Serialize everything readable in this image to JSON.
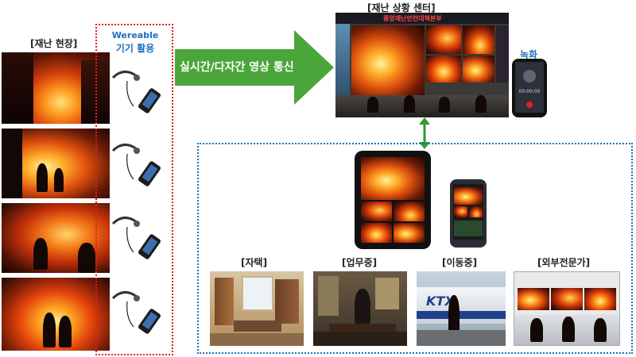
{
  "scene": {
    "label": "[재난 현장]"
  },
  "wearable": {
    "line1": "Wereable",
    "line2": "기기 활용"
  },
  "arrow": {
    "text": "실시간/다자간 영상 통신"
  },
  "center": {
    "label": "[재난 상황 센터]",
    "banner": "중앙재난안전대책본부"
  },
  "recording": {
    "label": "녹화",
    "time": "00:00:00"
  },
  "phone_wall": {
    "label": "KTX"
  },
  "destinations": [
    {
      "label": "[자택]"
    },
    {
      "label": "[업무중]"
    },
    {
      "label": "[이동중]"
    },
    {
      "label": "[외부전문가]"
    }
  ],
  "colors": {
    "arrow": "#4aa63a",
    "red_dotted": "#e02020",
    "blue_dotted": "#1f6fc0",
    "label_blue": "#1f6fc0"
  }
}
